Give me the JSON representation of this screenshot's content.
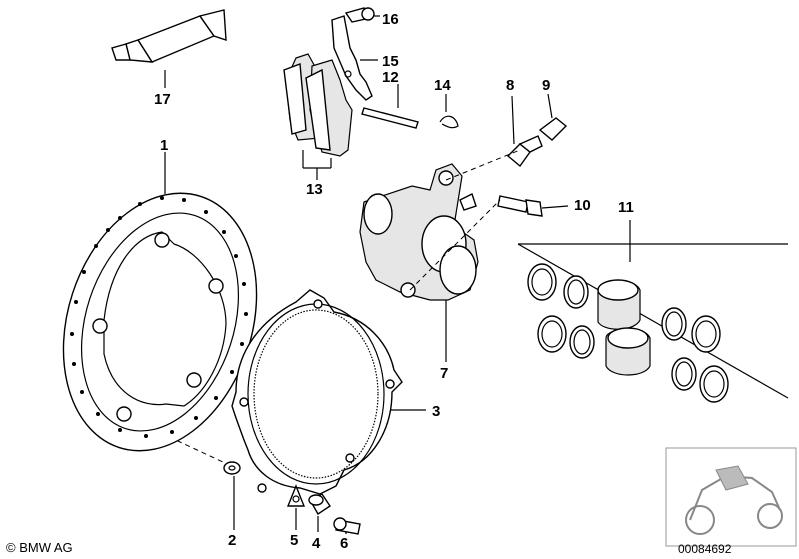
{
  "callouts": {
    "c1": "1",
    "c2": "2",
    "c3": "3",
    "c4": "4",
    "c5": "5",
    "c6": "6",
    "c7": "7",
    "c8": "8",
    "c9": "9",
    "c10": "10",
    "c11": "11",
    "c12": "12",
    "c13": "13",
    "c14": "14",
    "c15": "15",
    "c16": "16",
    "c17": "17"
  },
  "footer": {
    "copyright": "© BMW AG",
    "reference": "00084692"
  }
}
